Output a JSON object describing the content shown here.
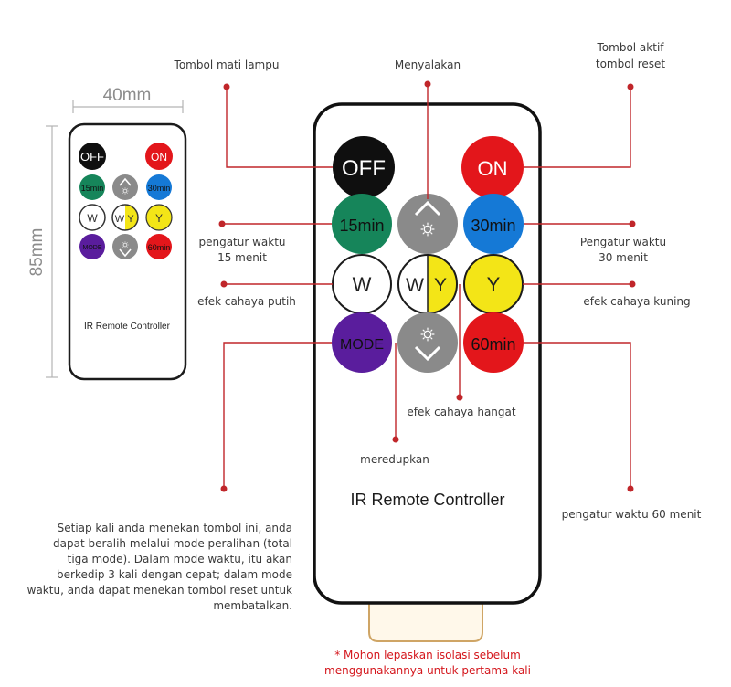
{
  "dimension": {
    "width": "40mm",
    "height": "85mm"
  },
  "remote_title": "IR Remote Controller",
  "buttons": {
    "off": "OFF",
    "on": "ON",
    "m15": "15min",
    "m30": "30min",
    "w": "W",
    "wy_w": "W",
    "wy_y": "Y",
    "y": "Y",
    "mode": "MODE",
    "m60": "60min"
  },
  "annotations": {
    "off": "Tombol mati lampu",
    "brighten": "Menyalakan",
    "on_line1": "Tombol aktif",
    "on_line2": "tombol reset",
    "m15_line1": "pengatur waktu",
    "m15_line2": "15 menit",
    "m30_line1": "Pengatur waktu",
    "m30_line2": "30 menit",
    "white": "efek cahaya putih",
    "yellow": "efek cahaya kuning",
    "warm": "efek cahaya hangat",
    "dim": "meredupkan",
    "m60": "pengatur waktu 60 menit",
    "mode_desc": [
      "Setiap kali anda menekan tombol ini, anda",
      "dapat beralih melalui mode peralihan (total",
      "tiga mode). Dalam mode waktu, itu akan",
      "berkedip 3 kali dengan cepat; dalam mode",
      "waktu, anda dapat menekan tombol reset untuk",
      "membatalkan."
    ]
  },
  "warning": {
    "line1": "* Mohon lepaskan isolasi sebelum",
    "line2": "menggunakannya untuk pertama kali"
  },
  "colors": {
    "off": "#0f0f0f",
    "on": "#e3161b",
    "timer15": "#16855a",
    "timer30": "#1579d6",
    "white": "#ffffff",
    "yellow": "#f3e517",
    "mode": "#5a1d9d",
    "gray": "#8a8a8a",
    "timer60": "#e3161b",
    "leader": "#c0262a"
  }
}
